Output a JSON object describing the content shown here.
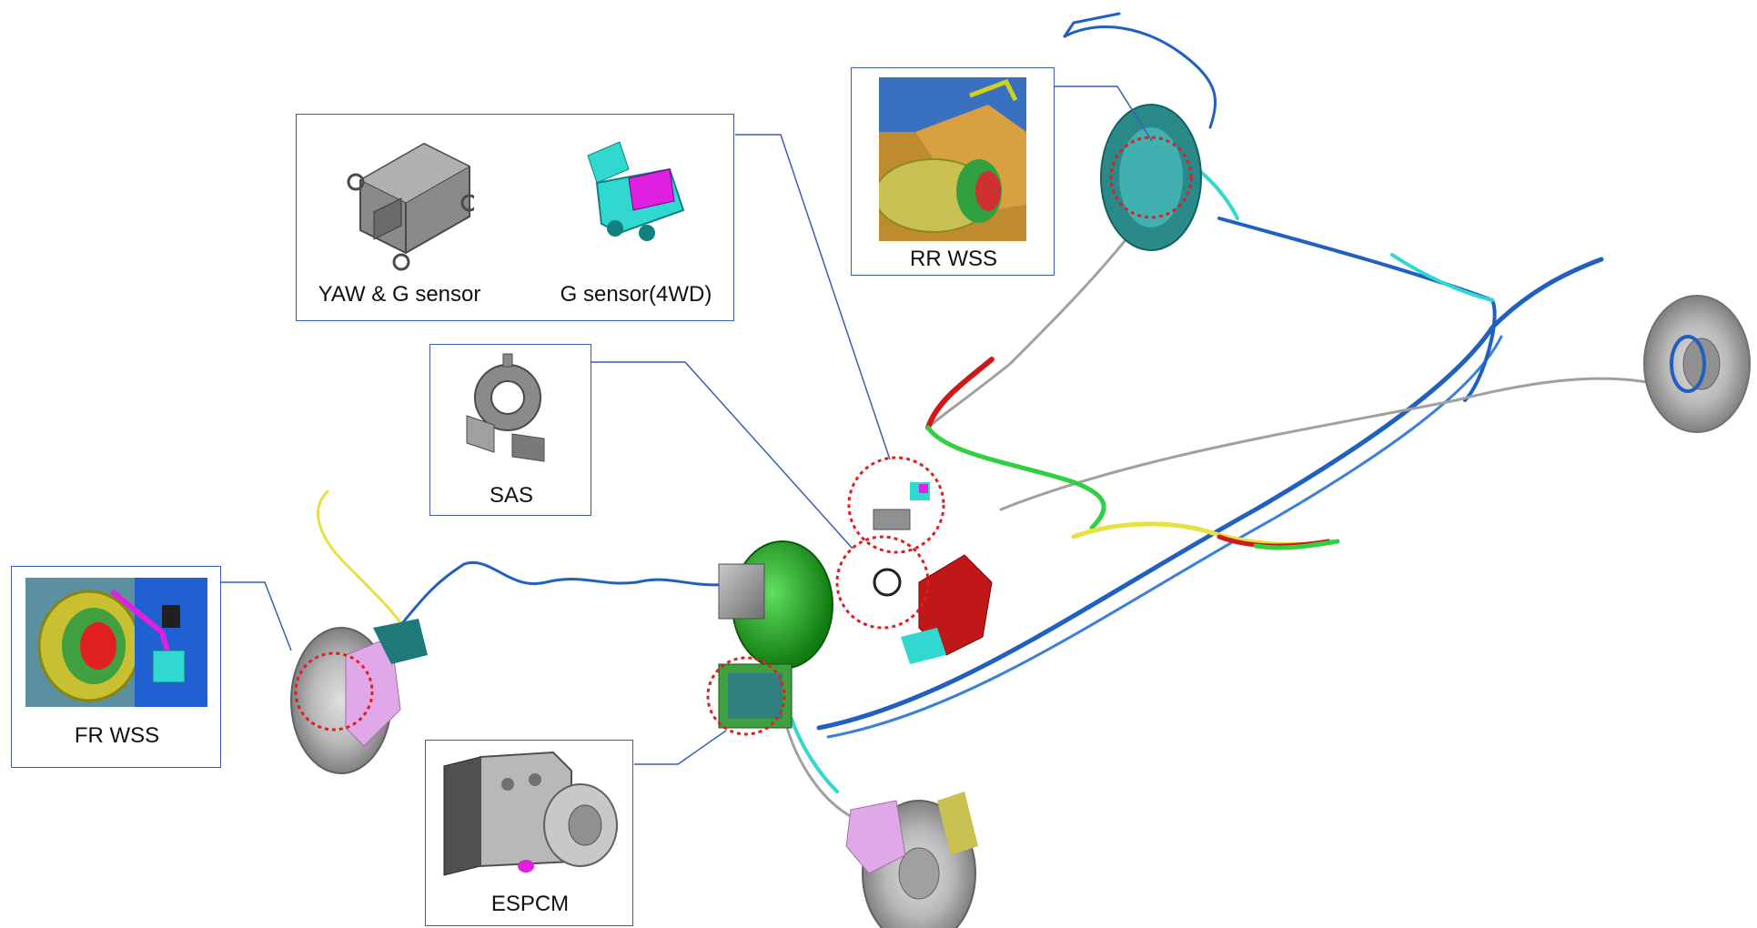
{
  "labels": {
    "yaw_g_sensor": "YAW & G sensor",
    "g_sensor_4wd": "G sensor(4WD)",
    "sas": "SAS",
    "rr_wss": "RR WSS",
    "fr_wss": "FR WSS",
    "espcm": "ESPCM"
  },
  "colors": {
    "callout_border": "#3a5fb0",
    "leader_line": "#3a5fb0",
    "highlight_circle": "#e02020",
    "brake_line_blue": "#2060c0",
    "brake_line_gray": "#a0a0a0",
    "brake_line_red": "#d01818",
    "brake_line_green": "#30d040",
    "brake_line_yellow": "#e8e040",
    "booster_green": "#18a018",
    "cyan_part": "#30d8d0",
    "magenta_part": "#e020e0",
    "disc_gray": "#b0b0b0",
    "caliper_pink": "#e0a8e8"
  }
}
